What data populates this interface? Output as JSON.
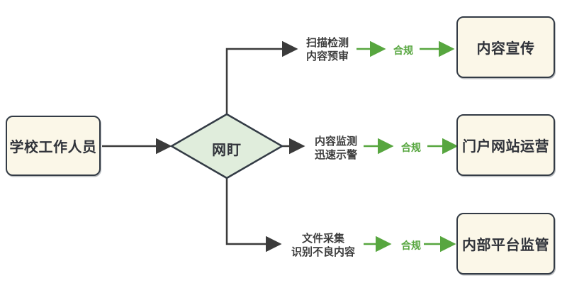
{
  "diagram": {
    "title": "content-compliance-flowchart",
    "colors": {
      "node_fill": "#FBF7E8",
      "node_border": "#333B45",
      "diamond_fill": "#E0EDDC",
      "connector_dark": "#3B3B3B",
      "connector_green": "#57A63F",
      "text_dark": "#3D3D3D"
    },
    "nodes": {
      "source": {
        "label": "学校工作人员"
      },
      "decision": {
        "label": "网盯"
      },
      "outputs": [
        {
          "label": "内容宣传"
        },
        {
          "label": "门户网站运营"
        },
        {
          "label": "内部平台监管"
        }
      ]
    },
    "branches": [
      {
        "steps": "扫描检测\n内容预审",
        "verdict": "合规"
      },
      {
        "steps": "内容监测\n迅速示警",
        "verdict": "合规"
      },
      {
        "steps": "文件采集\n识别不良内容",
        "verdict": "合规"
      }
    ]
  }
}
